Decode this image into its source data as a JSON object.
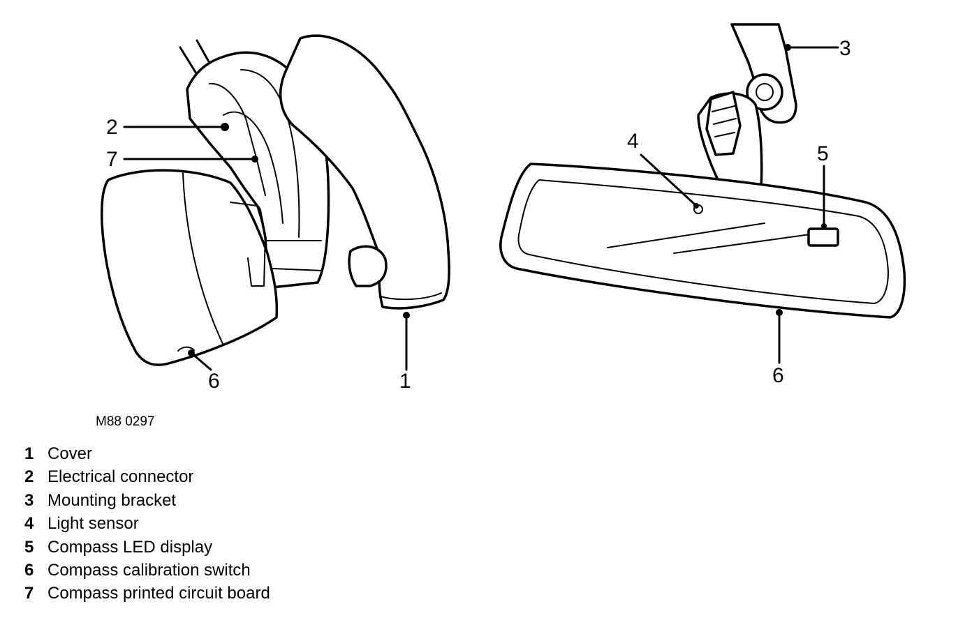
{
  "figure_code": "M88 0297",
  "callouts": {
    "left": [
      "2",
      "7",
      "6",
      "1"
    ],
    "right": [
      "3",
      "4",
      "5",
      "6"
    ]
  },
  "legend": [
    {
      "num": "1",
      "label": "Cover"
    },
    {
      "num": "2",
      "label": "Electrical connector"
    },
    {
      "num": "3",
      "label": "Mounting bracket"
    },
    {
      "num": "4",
      "label": "Light sensor"
    },
    {
      "num": "5",
      "label": "Compass LED display"
    },
    {
      "num": "6",
      "label": "Compass calibration switch"
    },
    {
      "num": "7",
      "label": "Compass printed circuit board"
    }
  ]
}
